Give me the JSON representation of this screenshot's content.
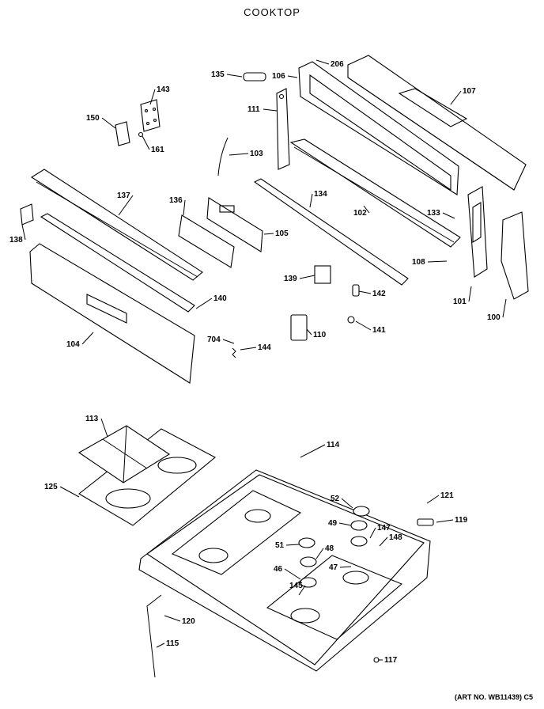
{
  "title": "COOKTOP",
  "art_number": "(ART NO. WB11439) C5",
  "callouts": [
    "135",
    "206",
    "106",
    "107",
    "143",
    "111",
    "150",
    "161",
    "103",
    "137",
    "136",
    "134",
    "102",
    "133",
    "138",
    "105",
    "108",
    "139",
    "142",
    "140",
    "101",
    "100",
    "704",
    "110",
    "141",
    "104",
    "144",
    "113",
    "114",
    "125",
    "52",
    "121",
    "49",
    "119",
    "147",
    "51",
    "48",
    "148",
    "47",
    "46",
    "145",
    "120",
    "115",
    "117"
  ]
}
